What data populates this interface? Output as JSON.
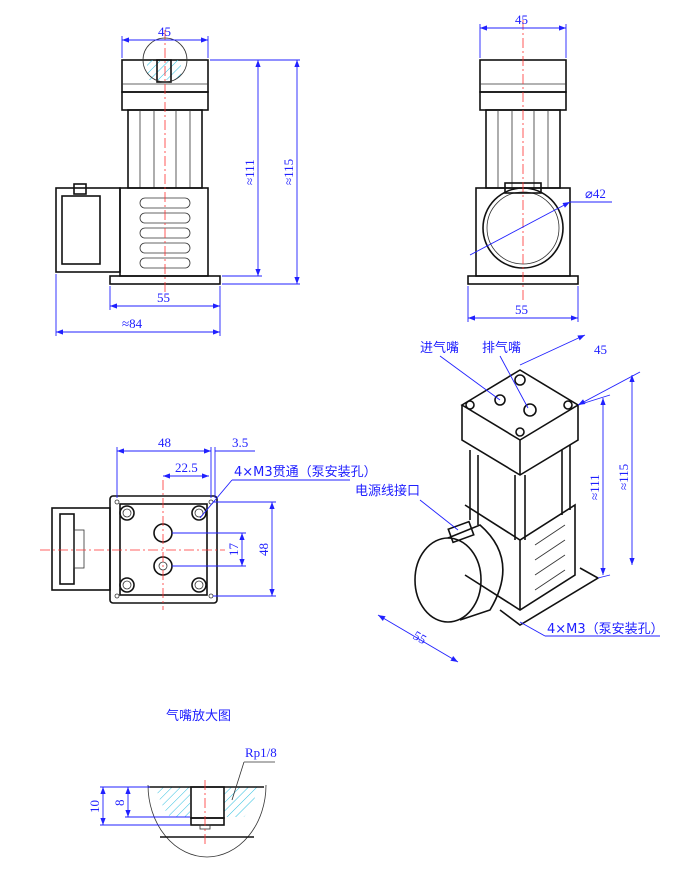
{
  "front_view": {
    "width_top": "45",
    "height_body": "≈111",
    "height_total": "≈115",
    "base_width": "55",
    "total_width": "≈84"
  },
  "side_view": {
    "width_top": "45",
    "diameter": "⌀42",
    "base_width": "55"
  },
  "top_view": {
    "width": "48",
    "offset": "3.5",
    "port_offset": "22.5",
    "holes_note": "4×M3贯通（泵安装孔）",
    "port_spacing": "17",
    "height": "48"
  },
  "iso_view": {
    "inlet_label": "进气嘴",
    "outlet_label": "排气嘴",
    "width_top": "45",
    "height_body": "≈111",
    "height_total": "≈115",
    "power_label": "电源线接口",
    "base_width": "55",
    "holes_note": "4×M3（泵安装孔）"
  },
  "detail_view": {
    "title": "气嘴放大图",
    "thread": "Rp1/8",
    "depth_total": "10",
    "depth_thread": "8"
  }
}
